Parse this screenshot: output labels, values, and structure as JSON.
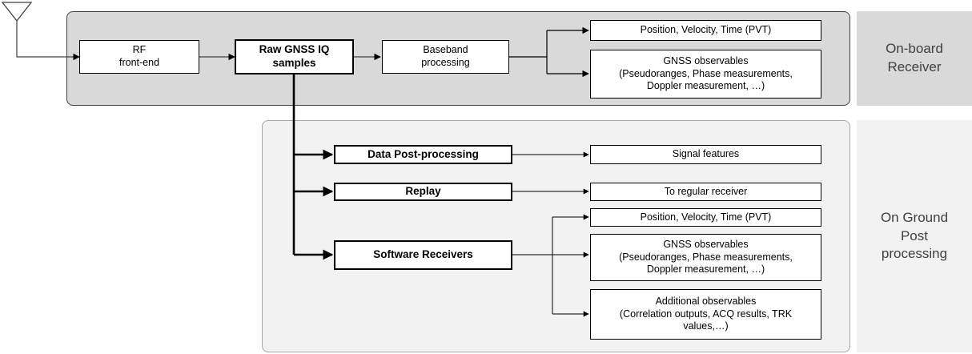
{
  "groups": {
    "onboard_label": "On-board\nReceiver",
    "ground_label": "On Ground\nPost\nprocessing"
  },
  "nodes": {
    "rf_frontend": "RF\nfront-end",
    "raw_iq": "Raw GNSS IQ\nsamples",
    "baseband": "Baseband\nprocessing",
    "pvt_onboard": "Position, Velocity, Time (PVT)",
    "obs_onboard": "GNSS observables\n(Pseudoranges, Phase measurements,\nDoppler measurement, …)",
    "data_post": "Data Post-processing",
    "signal_features": "Signal features",
    "replay": "Replay",
    "regular_receiver": "To regular receiver",
    "software_receivers": "Software Receivers",
    "pvt_ground": "Position, Velocity, Time (PVT)",
    "obs_ground": "GNSS observables\n(Pseudoranges, Phase measurements,\nDoppler measurement, …)",
    "additional_obs": "Additional observables\n(Correlation outputs, ACQ results, TRK\nvalues,…)"
  },
  "icons": {
    "antenna": "antenna-icon"
  },
  "colors": {
    "onboard_bg": "#d9d9d9",
    "ground_bg": "#f2f2f2",
    "side_text": "#404040"
  }
}
